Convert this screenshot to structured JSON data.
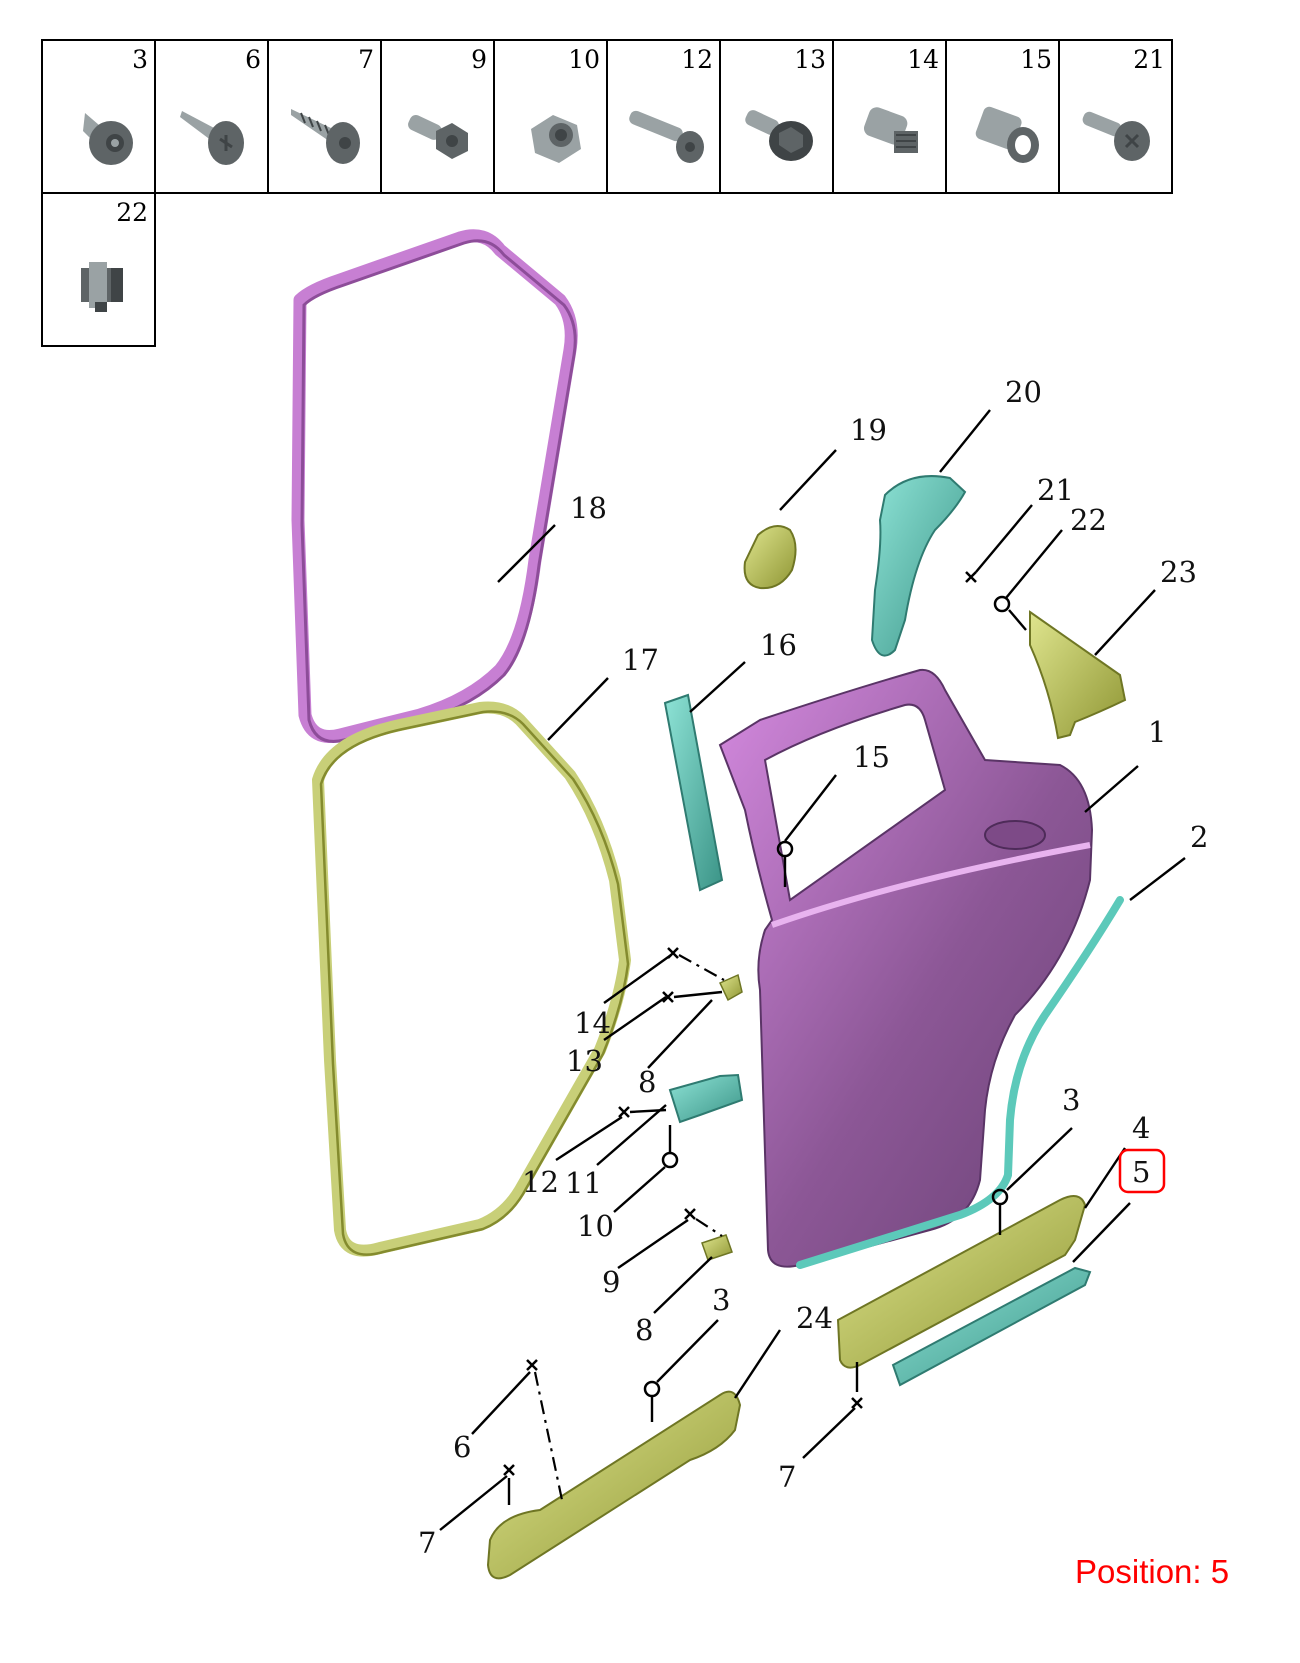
{
  "legend": {
    "row1": [
      {
        "num": "3",
        "icon": "push-clip-icon"
      },
      {
        "num": "6",
        "icon": "pan-head-screw-icon"
      },
      {
        "num": "7",
        "icon": "self-tapping-screw-icon"
      },
      {
        "num": "9",
        "icon": "hex-bolt-icon"
      },
      {
        "num": "10",
        "icon": "hex-nut-icon"
      },
      {
        "num": "12",
        "icon": "round-head-bolt-icon"
      },
      {
        "num": "13",
        "icon": "flange-bolt-icon"
      },
      {
        "num": "14",
        "icon": "splined-bolt-icon"
      },
      {
        "num": "15",
        "icon": "rivet-nut-icon"
      },
      {
        "num": "21",
        "icon": "torx-bolt-icon"
      }
    ],
    "row2": [
      {
        "num": "22",
        "icon": "clip-nut-icon"
      }
    ]
  },
  "callouts": {
    "c1": "1",
    "c2": "2",
    "c3a": "3",
    "c3b": "3",
    "c4": "4",
    "c5": "5",
    "c6": "6",
    "c7a": "7",
    "c7b": "7",
    "c8a": "8",
    "c8b": "8",
    "c9": "9",
    "c10": "10",
    "c11": "11",
    "c12": "12",
    "c13": "13",
    "c14": "14",
    "c15": "15",
    "c16": "16",
    "c17": "17",
    "c18": "18",
    "c19": "19",
    "c20": "20",
    "c21": "21",
    "c22": "22",
    "c23": "23",
    "c24": "24"
  },
  "highlight": {
    "callout": "5",
    "color": "#ff0000"
  },
  "part_colors": {
    "door_shell": "#9b5ea5",
    "door_frame_seal": "#c77fd3",
    "inner_seal": "#bcc46a",
    "cyan_parts": "#4bb5a8",
    "olive_parts": "#a9b04a"
  },
  "position_label": "Position: 5"
}
